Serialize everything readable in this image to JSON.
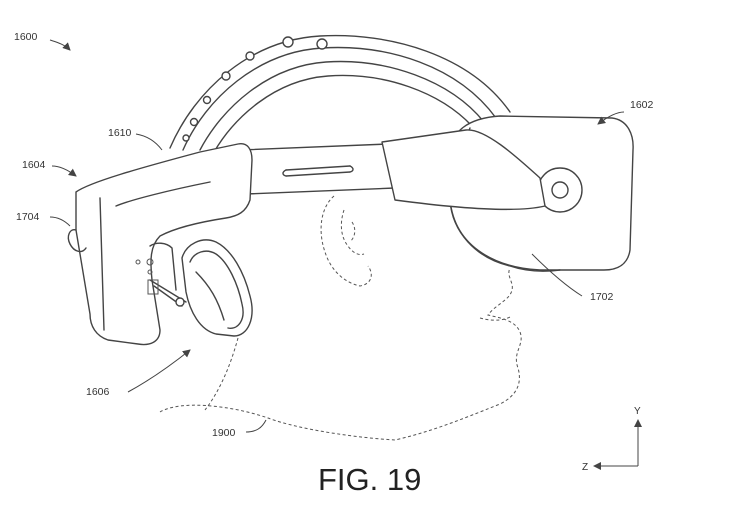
{
  "figure": {
    "caption": "FIG. 19",
    "reference_labels": {
      "r1600": "1600",
      "r1602": "1602",
      "r1604": "1604",
      "r1606": "1606",
      "r1610": "1610",
      "r1702": "1702",
      "r1704": "1704",
      "r1900": "1900"
    },
    "axes": {
      "y_label": "Y",
      "z_label": "Z"
    }
  }
}
